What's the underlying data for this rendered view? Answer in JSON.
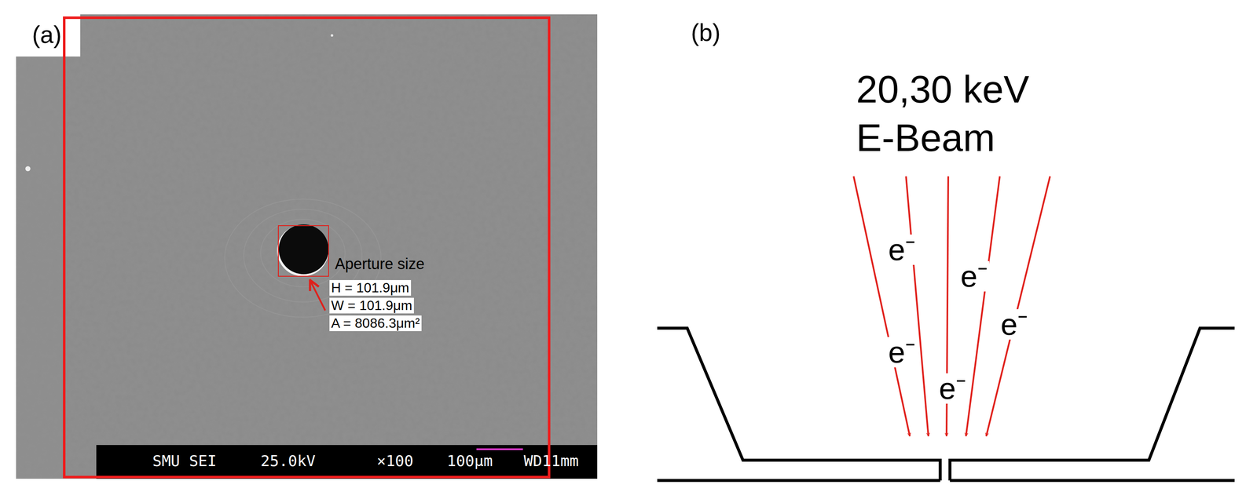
{
  "diagram": {
    "labels": [
      "(a)",
      "Aperture size",
      "H = 101.9μm",
      "W = 101.9μm",
      "A = 8086.3μm²",
      "SMU SEI",
      "25.0kV",
      "×100",
      "100μm",
      "WD11mm",
      "(b)",
      "20,30 keV",
      "E-Beam",
      "e⁻",
      "e⁻",
      "e⁻",
      "e⁻",
      "e⁻"
    ]
  }
}
